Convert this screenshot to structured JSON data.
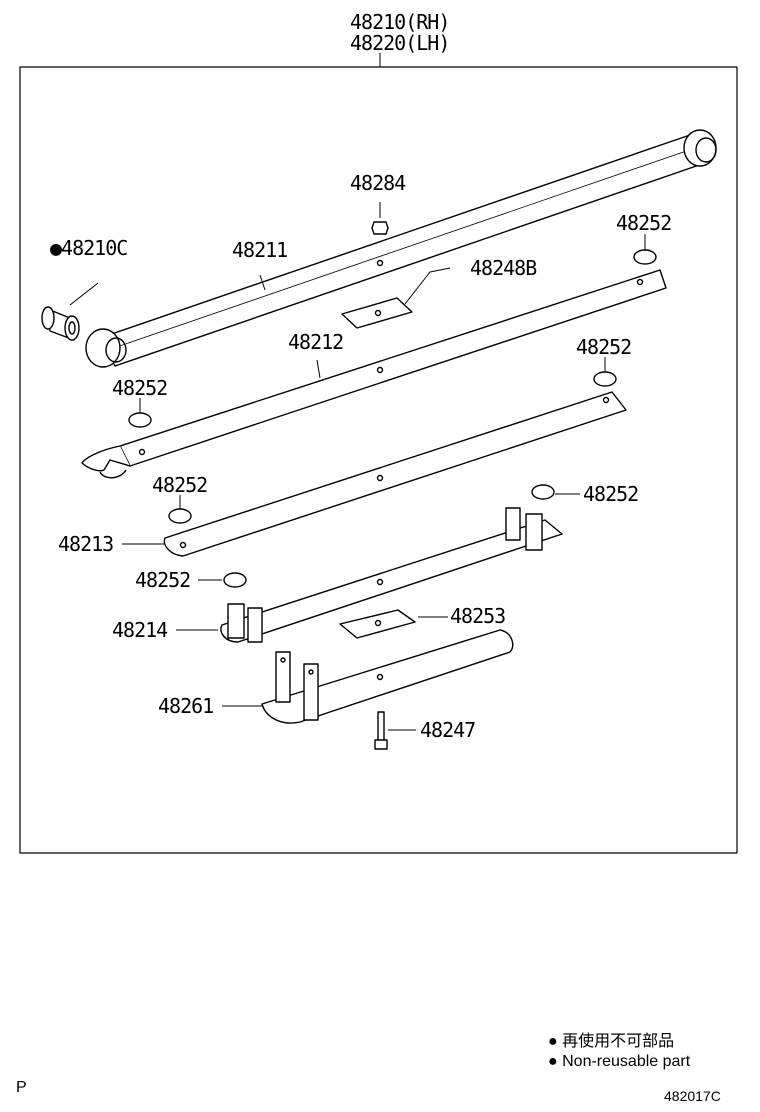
{
  "header": {
    "line1": "48210(RH)",
    "line2": "48220(LH)"
  },
  "parts": {
    "p48284": "48284",
    "p48210C": "●48210C",
    "p48211": "48211",
    "p48252_a": "48252",
    "p48248B": "48248B",
    "p48212": "48212",
    "p48252_b": "48252",
    "p48252_c": "48252",
    "p48252_d": "48252",
    "p48252_e": "48252",
    "p48213": "48213",
    "p48252_f": "48252",
    "p48214": "48214",
    "p48253": "48253",
    "p48261": "48261",
    "p48247": "48247"
  },
  "legend": {
    "line1": "● 再使用不可部品",
    "line2": "● Non-reusable part"
  },
  "footer": {
    "left": "P",
    "right": "482017C"
  }
}
